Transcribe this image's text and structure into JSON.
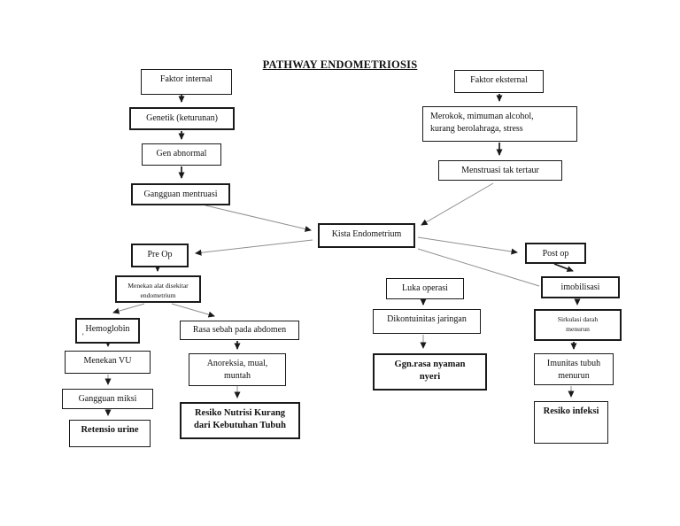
{
  "title": "PATHWAY ENDOMETRIOSIS",
  "colors": {
    "box_border": "#1a1a1a",
    "background": "#ffffff",
    "connector_faint": "#8f8f8f"
  },
  "nodes": {
    "faktor_internal": "Faktor internal",
    "genetik": "Genetik (keturunan)",
    "gen_abnormal": "Gen abnormal",
    "gangguan_mentruasi": "Gangguan mentruasi",
    "faktor_eksternal": "Faktor eksternal",
    "merokok": "Merokok, mimuman alcohol,\nkurang berolahraga, stress",
    "menstruasi": "Menstruasi tak tertaur",
    "kista": "Kista Endometrium",
    "pre_op": "Pre Op",
    "menekan_alat": "Menekan alat disekitar\nendometrium",
    "hemoglobin": "Hemoglobin",
    "hemoglobin_sub": "'",
    "menekan_vu": "Menekan VU",
    "gangguan_miksi": "Gangguan miksi",
    "retensio_urine": "Retensio urine",
    "rasa_sebah": "Rasa sebah pada abdomen",
    "anoreksia": "Anoreksia, mual,\nmuntah",
    "resiko_nutrisi": "Resiko Nutrisi Kurang\ndari Kebutuhan Tubuh",
    "luka_operasi": "Luka operasi",
    "dikontuinitas": "Dikontuinitas jaringan",
    "ggn_rasa": "Ggn.rasa nyaman\nnyeri",
    "post_op": "Post op",
    "imobilisasi": "imobilisasi",
    "sirkulasi": "Sirkulasi darah\nmenurun",
    "imunitas": "Imunitas tubuh\nmenurun",
    "resiko_infeksi": "Resiko infeksi"
  },
  "edges": [
    {
      "from": "faktor_internal",
      "to": "genetik"
    },
    {
      "from": "genetik",
      "to": "gen_abnormal"
    },
    {
      "from": "gen_abnormal",
      "to": "gangguan_mentruasi"
    },
    {
      "from": "gangguan_mentruasi",
      "to": "kista"
    },
    {
      "from": "faktor_eksternal",
      "to": "merokok"
    },
    {
      "from": "merokok",
      "to": "menstruasi"
    },
    {
      "from": "menstruasi",
      "to": "kista"
    },
    {
      "from": "kista",
      "to": "pre_op"
    },
    {
      "from": "kista",
      "to": "post_op"
    },
    {
      "from": "kista",
      "to": "imobilisasi"
    },
    {
      "from": "pre_op",
      "to": "menekan_alat"
    },
    {
      "from": "menekan_alat",
      "to": "hemoglobin"
    },
    {
      "from": "menekan_alat",
      "to": "rasa_sebah"
    },
    {
      "from": "hemoglobin",
      "to": "menekan_vu"
    },
    {
      "from": "menekan_vu",
      "to": "gangguan_miksi"
    },
    {
      "from": "gangguan_miksi",
      "to": "retensio_urine"
    },
    {
      "from": "rasa_sebah",
      "to": "anoreksia"
    },
    {
      "from": "anoreksia",
      "to": "resiko_nutrisi"
    },
    {
      "from": "luka_operasi",
      "to": "dikontuinitas"
    },
    {
      "from": "dikontuinitas",
      "to": "ggn_rasa"
    },
    {
      "from": "post_op",
      "to": "imobilisasi"
    },
    {
      "from": "imobilisasi",
      "to": "sirkulasi"
    },
    {
      "from": "sirkulasi",
      "to": "imunitas"
    },
    {
      "from": "imunitas",
      "to": "resiko_infeksi"
    }
  ]
}
